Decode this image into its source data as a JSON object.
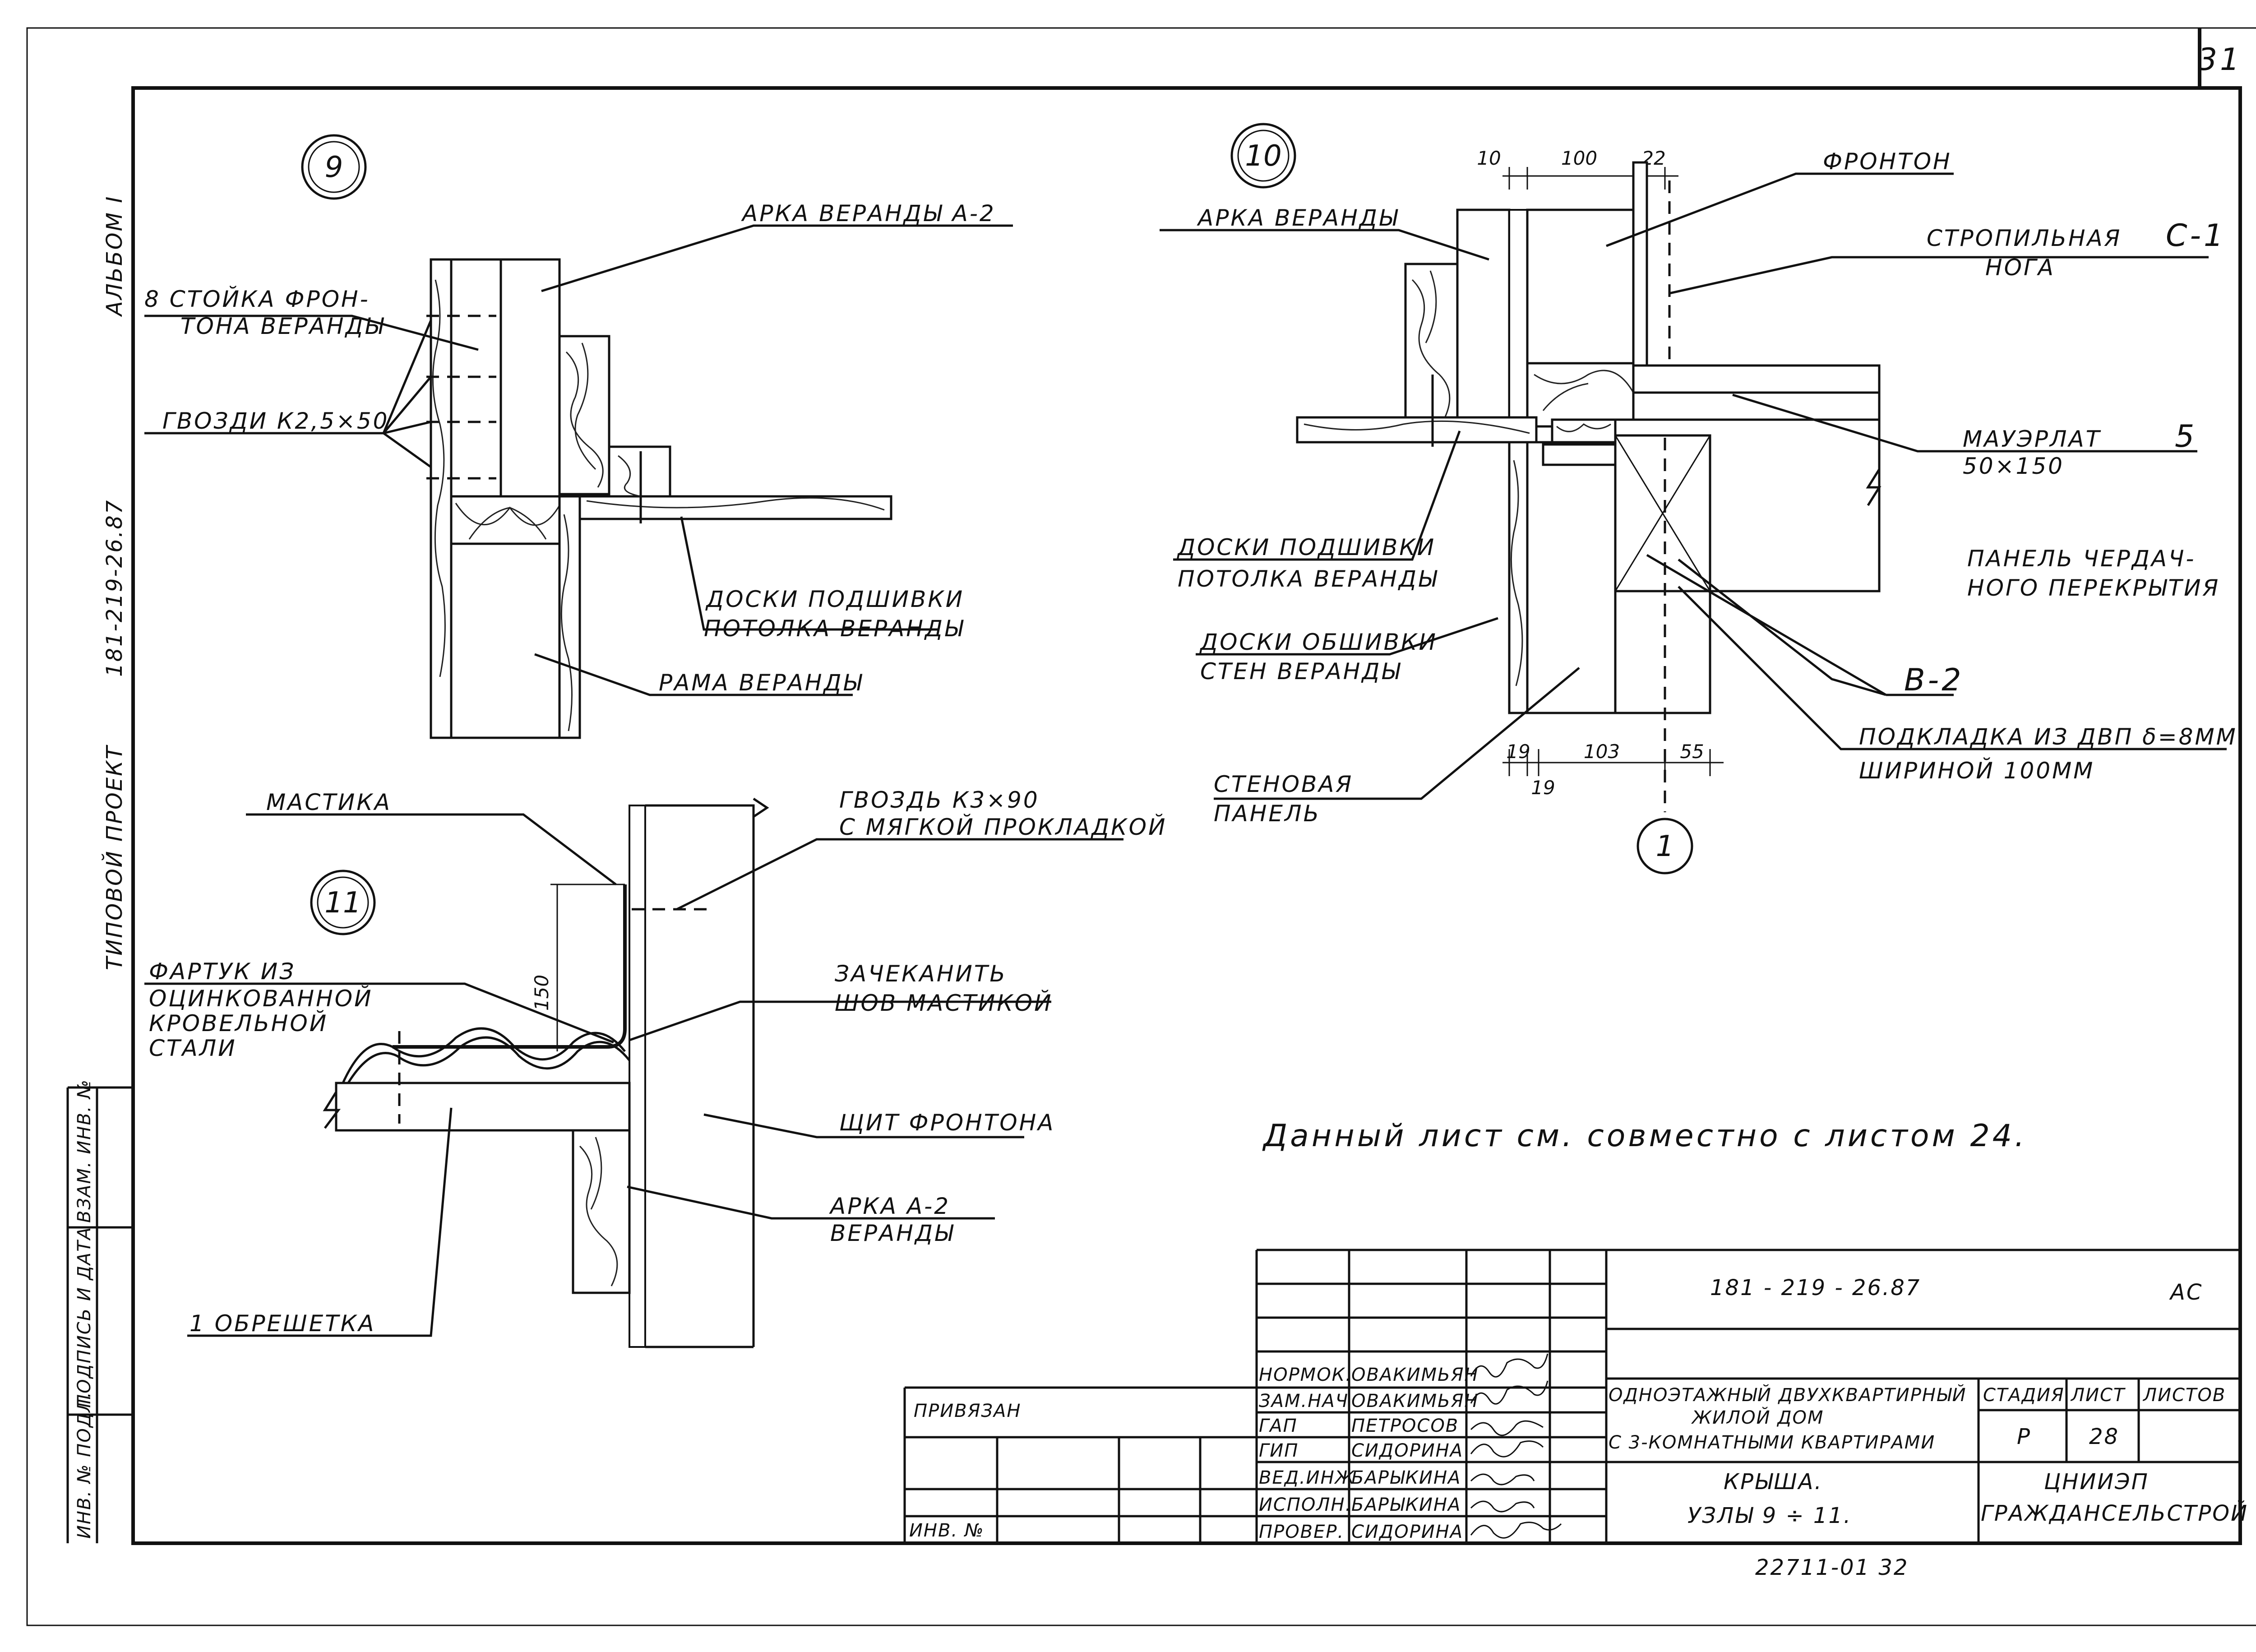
{
  "sheet_number": "31",
  "side": {
    "album": "АЛЬБОМ I",
    "project_code": "181-219-26.87",
    "typical_project": "ТИПОВОЙ ПРОЕКТ",
    "inv_podl": "ИНВ. № ПОДЛ.",
    "podpis_data": "ПОДПИСЬ И ДАТА",
    "vzam_inv": "ВЗАМ. ИНВ. №"
  },
  "node9": {
    "number": "9",
    "labels": {
      "arka": "АРКА ВЕРАНДЫ  А-2",
      "stoyka1": "8 СТОЙКА ФРОН-",
      "stoyka2": "ТОНА ВЕРАНДЫ",
      "gvozdi": "ГВОЗДИ К2,5×50",
      "doski1": "ДОСКИ ПОДШИВКИ",
      "doski2": "ПОТОЛКА ВЕРАНДЫ",
      "rama": "РАМА ВЕРАНДЫ"
    }
  },
  "node10": {
    "number": "10",
    "dims": {
      "d10": "10",
      "d100": "100",
      "d22": "22",
      "d19a": "19",
      "d103": "103",
      "d55": "55",
      "d19b": "19"
    },
    "axis": "1",
    "labels": {
      "fronton": "ФРОНТОН",
      "arka": "АРКА ВЕРАНДЫ",
      "stropil1": "СТРОПИЛЬНАЯ",
      "stropil_mark": "С-1",
      "stropil2": "НОГА",
      "mauerlat": "МАУЭРЛАТ",
      "mauerlat_mark": "5",
      "mauerlat_size": "50×150",
      "doski_p1": "ДОСКИ ПОДШИВКИ",
      "doski_p2": "ПОТОЛКА ВЕРАНДЫ",
      "panel1": "ПАНЕЛЬ ЧЕРДАЧ-",
      "panel2": "НОГО ПЕРЕКРЫТИЯ",
      "doski_o1": "ДОСКИ ОБШИВКИ",
      "doski_o2": "СТЕН ВЕРАНДЫ",
      "v2": "В-2",
      "podkladka1": "ПОДКЛАДКА ИЗ ДВП δ=8ММ",
      "podkladka2": "ШИРИНОЙ 100ММ",
      "stenovaya1": "СТЕНОВАЯ",
      "stenovaya2": "ПАНЕЛЬ"
    }
  },
  "node11": {
    "number": "11",
    "dim150": "150",
    "labels": {
      "mastika": "МАСТИКА",
      "gvozd1": "ГВОЗДЬ  К3×90",
      "gvozd2": "С МЯГКОЙ ПРОКЛАДКОЙ",
      "fartuk1": "ФАРТУК  ИЗ",
      "fartuk2": "ОЦИНКОВАННОЙ",
      "fartuk3": "КРОВЕЛЬНОЙ",
      "fartuk4": "СТАЛИ",
      "zachek1": "ЗАЧЕКАНИТЬ",
      "zachek2": "ШОВ МАСТИКОЙ",
      "shchit": "ЩИТ ФРОНТОНА",
      "arka1": "АРКА      А-2",
      "arka2": "ВЕРАНДЫ",
      "obreshetka": "1  ОБРЕШЕТКА"
    }
  },
  "note": "Данный  лист  см.  совместно  с  листом 24.",
  "title_block": {
    "code": "181 - 219 - 26.87",
    "ac": "АС",
    "privyazan": "ПРИВЯЗАН",
    "inv_no": "ИНВ. №",
    "roles": [
      "НОРМОК.",
      "ЗАМ.НАЧ",
      "ГАП",
      "ГИП",
      "ВЕД.ИНЖ",
      "ИСПОЛН.",
      "ПРОВЕР."
    ],
    "names": [
      "ОВАКИМЬЯН",
      "ОВАКИМЬЯН",
      "ПЕТРОСОВ",
      "СИДОРИНА",
      "БАРЫКИНА",
      "БАРЫКИНА",
      "СИДОРИНА"
    ],
    "project1": "ОДНОЭТАЖНЫЙ ДВУХКВАРТИРНЫЙ",
    "project2": "ЖИЛОЙ ДОМ",
    "project3": "С 3-КОМНАТНЫМИ КВАРТИРАМИ",
    "stadiya_h": "СТАДИЯ",
    "list_h": "ЛИСТ",
    "listov_h": "ЛИСТОВ",
    "stadiya": "Р",
    "list": "28",
    "listov": "",
    "title1": "КРЫША.",
    "title2": "УЗЛЫ  9 ÷ 11.",
    "org1": "ЦНИИЭП",
    "org2": "ГРАЖДАНСЕЛЬСТРОЙ",
    "archive": "22711-01    32"
  }
}
